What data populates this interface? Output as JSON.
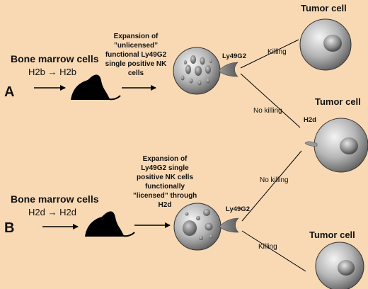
{
  "panel_a": {
    "letter": "A",
    "source_title": "Bone marrow cells",
    "transfer": "H2b → H2b",
    "expansion_text": [
      "Expansion of",
      "”unlicensed”",
      "functional Ly49G2",
      "single positive NK",
      "cells"
    ],
    "receptor_label": "Ly49G2",
    "top_target_title": "Tumor cell",
    "killing_label": "Killing",
    "no_killing_label": "No killing",
    "middle_target_title": "Tumor cell",
    "ligand_label": "H2d"
  },
  "panel_b": {
    "letter": "B",
    "source_title": "Bone marrow cells",
    "transfer": "H2d → H2d",
    "expansion_text": [
      "Expansion of",
      "Ly49G2 single",
      "positive NK cells",
      "functionally",
      "”licensed” through",
      "H2d"
    ],
    "receptor_label": "Ly49G2",
    "no_killing_label": "No killing",
    "killing_label": "Killing",
    "bottom_target_title": "Tumor cell"
  },
  "colors": {
    "background": "#f8d9b4",
    "mouse": "#000000",
    "cell_light": "#f2f2f2",
    "cell_dark": "#6d6d6d"
  }
}
